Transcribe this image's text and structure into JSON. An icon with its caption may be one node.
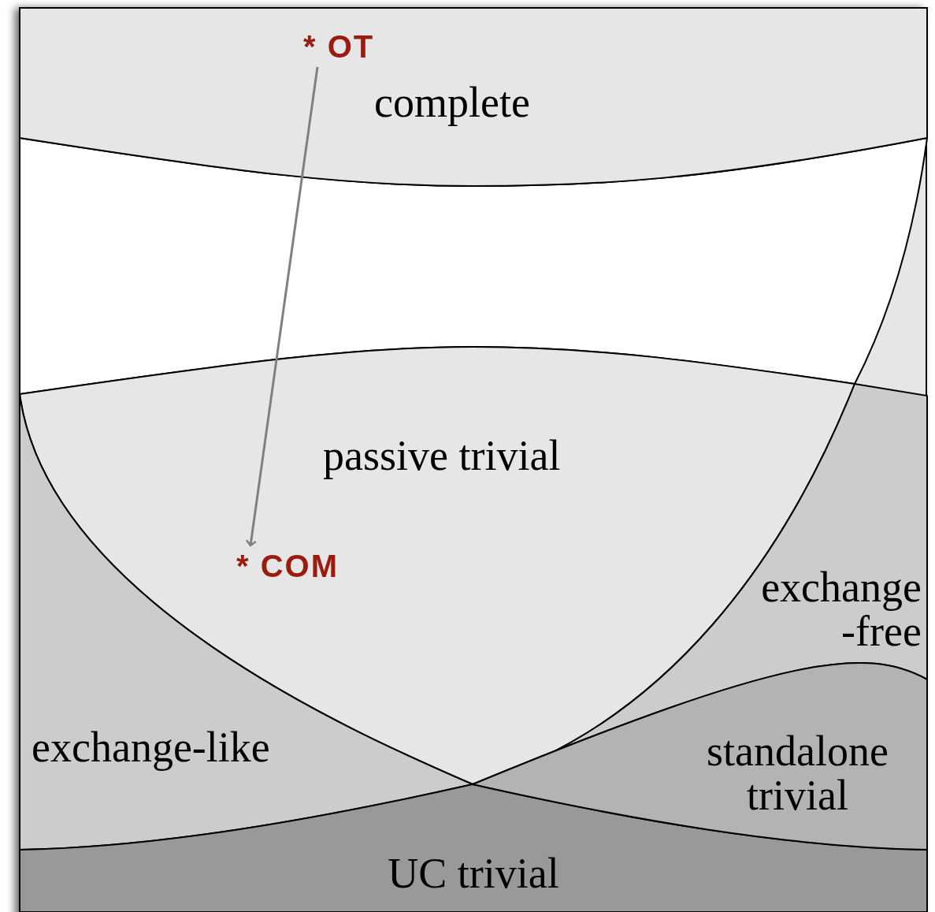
{
  "diagram": {
    "nodes": [
      {
        "text": [
          "complete"
        ]
      },
      {
        "text": [
          "passive trivial"
        ]
      },
      {
        "text": [
          "exchange-like"
        ]
      },
      {
        "text": [
          "exchange -free"
        ]
      },
      {
        "text": [
          "standalone trivial"
        ]
      },
      {
        "text": [
          "UC trivial"
        ]
      },
      {
        "text": [
          "* OT"
        ],
        "in": 0
      },
      {
        "text": [
          "* COM"
        ],
        "in": 1
      }
    ],
    "edges": [
      {
        "from": 6,
        "to": 7,
        "arrow": "to",
        "color": "#808080"
      }
    ]
  }
}
